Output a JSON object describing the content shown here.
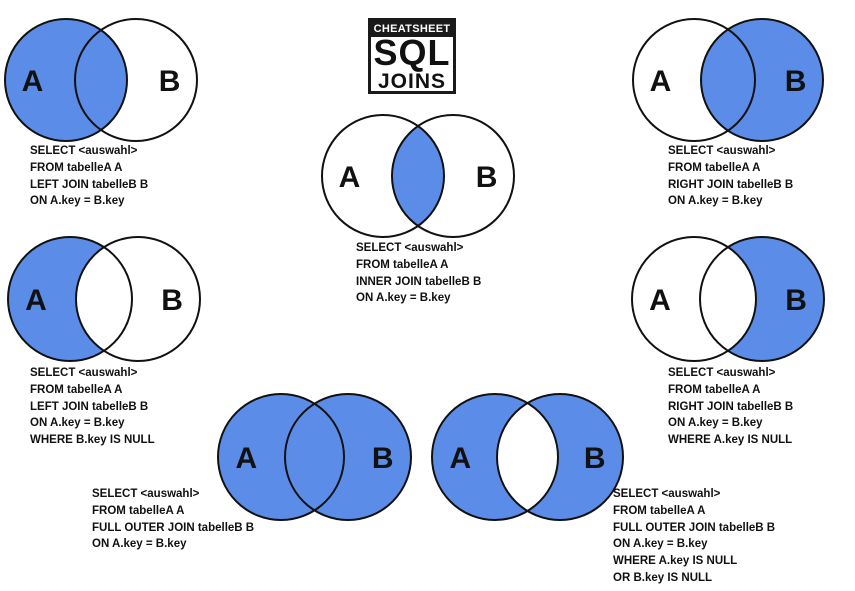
{
  "colors": {
    "fill": "#5b8de8",
    "stroke": "#111111",
    "background": "#ffffff"
  },
  "logo": {
    "top": "CHEATSHEET",
    "main": "SQL",
    "bottom": "JOINS"
  },
  "diagrams": [
    {
      "id": "left-join",
      "label_a": "A",
      "label_b": "B",
      "fill": "A-all",
      "sql": [
        "SELECT <auswahl>",
        "FROM tabelleA A",
        "LEFT JOIN tabelleB B",
        "ON A.key = B.key"
      ]
    },
    {
      "id": "inner-join",
      "label_a": "A",
      "label_b": "B",
      "fill": "intersection",
      "sql": [
        "SELECT <auswahl>",
        "FROM tabelleA A",
        "INNER JOIN tabelleB B",
        "ON A.key = B.key"
      ]
    },
    {
      "id": "right-join",
      "label_a": "A",
      "label_b": "B",
      "fill": "B-all",
      "sql": [
        "SELECT <auswahl>",
        "FROM tabelleA A",
        "RIGHT JOIN tabelleB B",
        "ON A.key = B.key"
      ]
    },
    {
      "id": "left-join-excl",
      "label_a": "A",
      "label_b": "B",
      "fill": "A-only",
      "sql": [
        "SELECT <auswahl>",
        "FROM tabelleA A",
        "LEFT JOIN tabelleB B",
        "ON A.key = B.key",
        "WHERE B.key IS NULL"
      ]
    },
    {
      "id": "right-join-excl",
      "label_a": "A",
      "label_b": "B",
      "fill": "B-only",
      "sql": [
        "SELECT <auswahl>",
        "FROM tabelleA A",
        "RIGHT JOIN tabelleB B",
        "ON A.key = B.key",
        "WHERE A.key IS NULL"
      ]
    },
    {
      "id": "full-outer-join",
      "label_a": "A",
      "label_b": "B",
      "fill": "all",
      "sql": [
        "SELECT <auswahl>",
        "FROM tabelleA A",
        "FULL OUTER JOIN tabelleB B",
        "ON A.key = B.key"
      ]
    },
    {
      "id": "full-outer-join-excl",
      "label_a": "A",
      "label_b": "B",
      "fill": "symmetric-difference",
      "sql": [
        "SELECT <auswahl>",
        "FROM tabelleA A",
        "FULL OUTER JOIN tabelleB B",
        "ON A.key = B.key",
        "WHERE A.key IS NULL",
        "OR B.key IS NULL"
      ]
    }
  ]
}
